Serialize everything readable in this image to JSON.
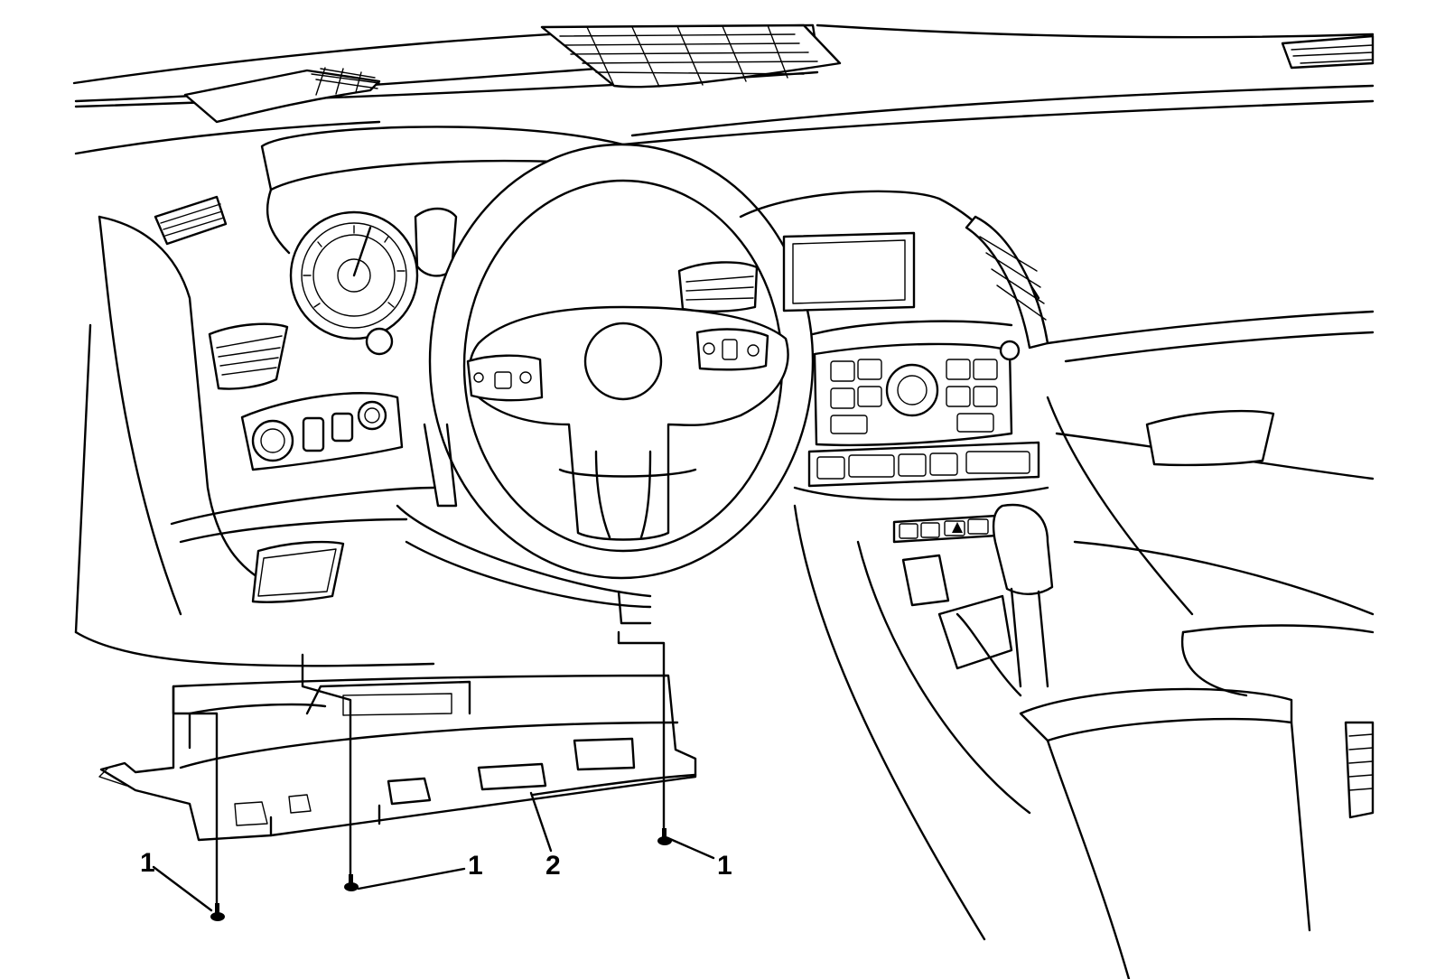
{
  "diagram": {
    "callouts": [
      {
        "id": "c1a",
        "label": "1"
      },
      {
        "id": "c1b",
        "label": "1"
      },
      {
        "id": "c1c",
        "label": "1"
      },
      {
        "id": "c2",
        "label": "2"
      }
    ]
  }
}
